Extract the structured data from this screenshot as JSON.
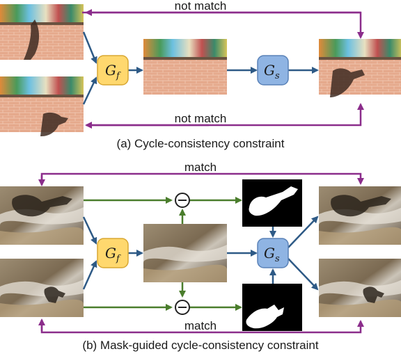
{
  "panel_a": {
    "top_label": "not match",
    "bottom_label": "not match",
    "caption": "(a)  Cycle-consistency constraint",
    "generator_f": {
      "symbol": "G",
      "subscript": "f"
    },
    "generator_s": {
      "symbol": "G",
      "subscript": "s"
    }
  },
  "panel_b": {
    "top_label": "match",
    "bottom_label": "match",
    "caption": "(b) Mask-guided cycle-consistency constraint",
    "generator_f": {
      "symbol": "G",
      "subscript": "f"
    },
    "generator_s": {
      "symbol": "G",
      "subscript": "s"
    },
    "subtract_symbol": "−"
  },
  "colors": {
    "cycle_arrow": "#8b2d8b",
    "flow_arrow_a": "#2e5a86",
    "flow_arrow_b_blue": "#2e5a86",
    "flow_arrow_b_green": "#4a7d2c",
    "gf_fill": "#ffd86e",
    "gf_stroke": "#d8a732",
    "gs_fill": "#8fb4e3",
    "gs_stroke": "#5a82b8"
  }
}
